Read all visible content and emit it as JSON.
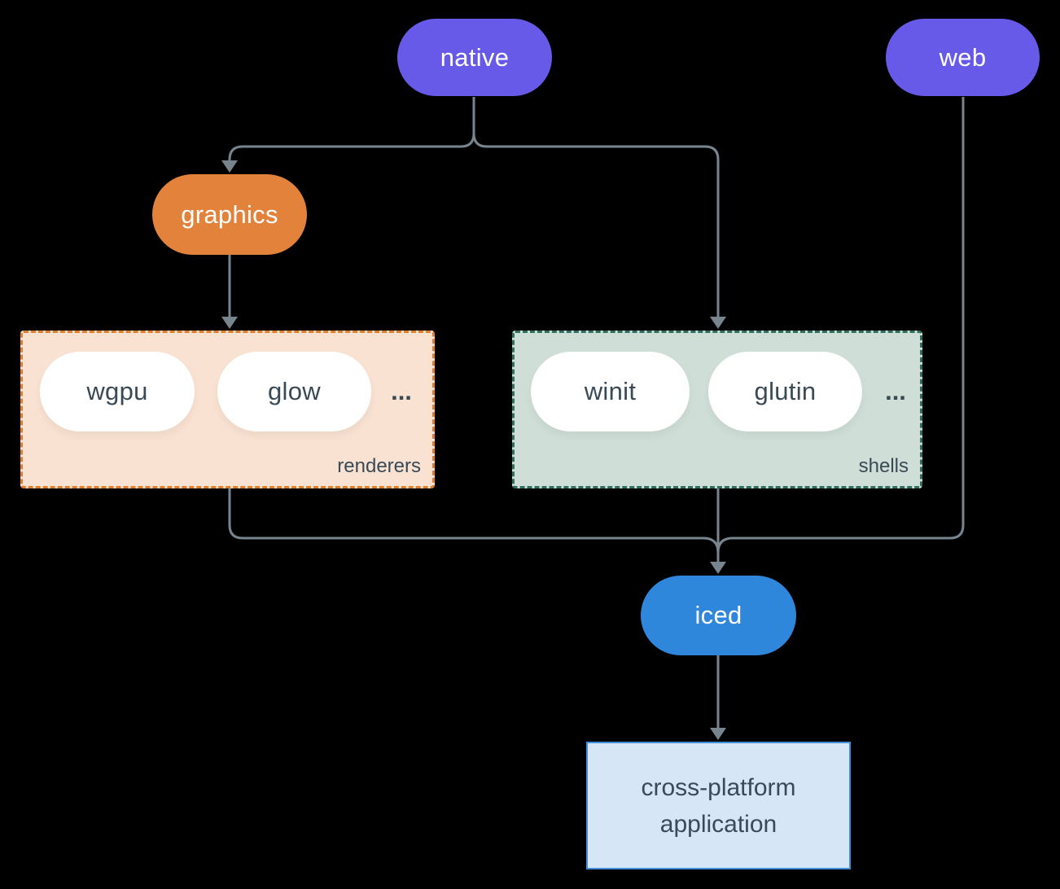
{
  "colors": {
    "background": "#000000",
    "purple": "#685AE8",
    "orange": "#E2823B",
    "orange-border": "#DF7F2D",
    "peach": "#F9E2D2",
    "mint": "#CFDFD7",
    "teal-border": "#2E6F60",
    "blue": "#2E87DB",
    "light-blue": "#D7E6F6",
    "blue-border": "#3E8EDC",
    "line": "#78858F",
    "dark-text": "#394956",
    "white": "#FFFFFF"
  },
  "nodes": {
    "native": {
      "label": "native"
    },
    "web": {
      "label": "web"
    },
    "graphics": {
      "label": "graphics"
    },
    "iced": {
      "label": "iced"
    },
    "app": {
      "line1": "cross-platform",
      "line2": "application"
    }
  },
  "groups": {
    "renderers": {
      "label": "renderers",
      "items": [
        "wgpu",
        "glow"
      ],
      "ellipsis": "..."
    },
    "shells": {
      "label": "shells",
      "items": [
        "winit",
        "glutin"
      ],
      "ellipsis": "..."
    }
  }
}
